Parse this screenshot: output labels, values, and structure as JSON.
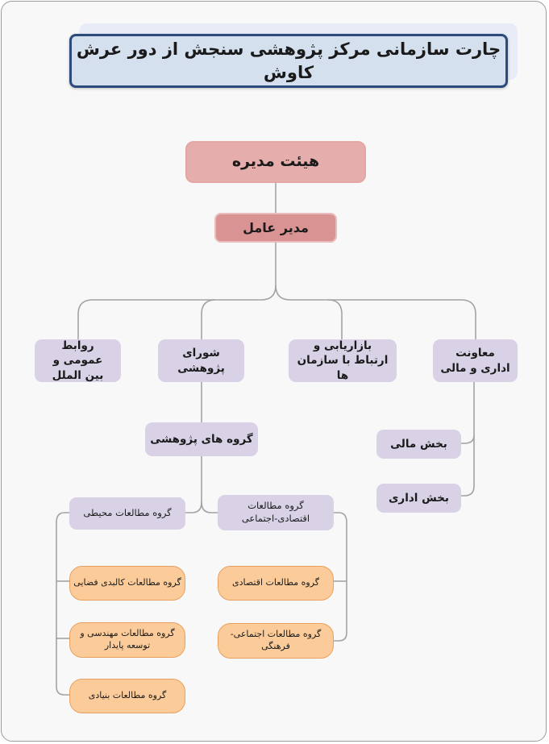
{
  "title": "چارت سازمانی مرکز پژوهشی سنجش از دور عرش کاوش",
  "board": "هیئت مدیره",
  "ceo": "مدیر عامل",
  "departments": {
    "admin_finance": "معاونت اداری و مالی",
    "marketing": "بازاریابی و ارتباط با سازمان ها",
    "research_council": "شورای پژوهشی",
    "public_relations": "روابط عمومی و بین الملل"
  },
  "admin_units": {
    "finance": "بخش مالی",
    "administrative": "بخش اداری"
  },
  "research_groups": "گروه های پژوهشی",
  "environmental": {
    "label": "گروه مطالعات محیطی",
    "children": [
      "گروه مطالعات کالبدی فضایی",
      "گروه مطالعات مهندسی و توسعه پایدار",
      "گروه مطالعات بنیادی"
    ]
  },
  "socioeconomic": {
    "label": "گروه مطالعات اقتصادی-اجتماعی",
    "children": [
      "گروه مطالعات اقتصادی",
      "گروه مطالعات اجتماعی-فرهنگی"
    ]
  },
  "colors": {
    "title_fill": "#d5e0ee",
    "title_border": "#2c4b7a",
    "board_fill": "#e5aeac",
    "ceo_fill": "#d99393",
    "department_fill": "#d9d2e6",
    "group_fill": "#fbcc9a",
    "connector": "#9e9e9e"
  }
}
